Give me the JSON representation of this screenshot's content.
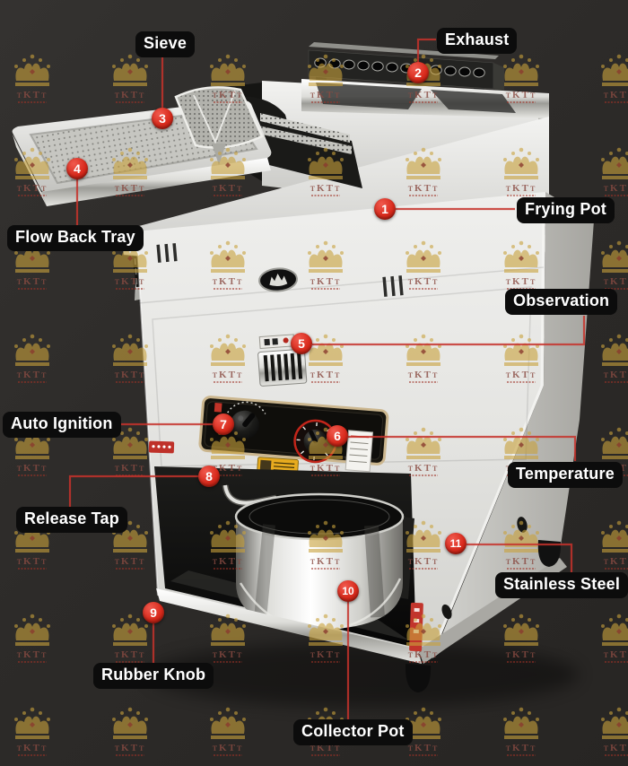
{
  "diagram": {
    "callouts": [
      {
        "num": "1",
        "label": "Frying Pot"
      },
      {
        "num": "2",
        "label": "Exhaust"
      },
      {
        "num": "3",
        "label": "Sieve"
      },
      {
        "num": "4",
        "label": "Flow Back Tray"
      },
      {
        "num": "5",
        "label": "Observation"
      },
      {
        "num": "6",
        "label": "Temperature"
      },
      {
        "num": "7",
        "label": "Auto Ignition"
      },
      {
        "num": "8",
        "label": "Release Tap"
      },
      {
        "num": "9",
        "label": "Rubber Knob"
      },
      {
        "num": "10",
        "label": "Collector Pot"
      },
      {
        "num": "11",
        "label": "Stainless Steel"
      }
    ],
    "watermark": {
      "brand": "TKTT"
    },
    "colors": {
      "background": "#2d2b29",
      "label_bg": "#0c0c0c",
      "label_text": "#ffffff",
      "marker_red": "#d92b1d",
      "line_red": "#c5332b",
      "crown_gold": "#c9a23c",
      "machine_steel": "#e9e9e6"
    }
  }
}
